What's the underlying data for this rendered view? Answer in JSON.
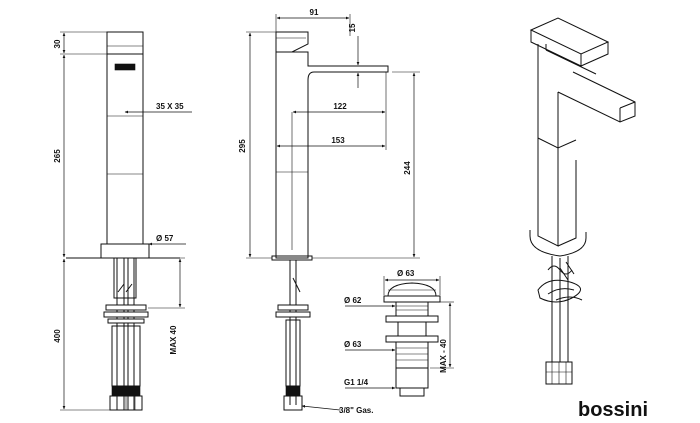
{
  "dims": {
    "d30": "30",
    "d265": "265",
    "d400": "400",
    "d35x35": "35 X 35",
    "d57": "Ø 57",
    "max40a": "MAX 40",
    "d91": "91",
    "d15": "15",
    "d295": "295",
    "d122": "122",
    "d153": "153",
    "d244": "244",
    "d38gas": "3/8\" Gas.",
    "d63top": "Ø 63",
    "d62": "Ø 62",
    "d63mid": "Ø 63",
    "g114": "G1 1/4",
    "max40b": "MAX - 40"
  },
  "brand": {
    "logo": "bossini"
  }
}
